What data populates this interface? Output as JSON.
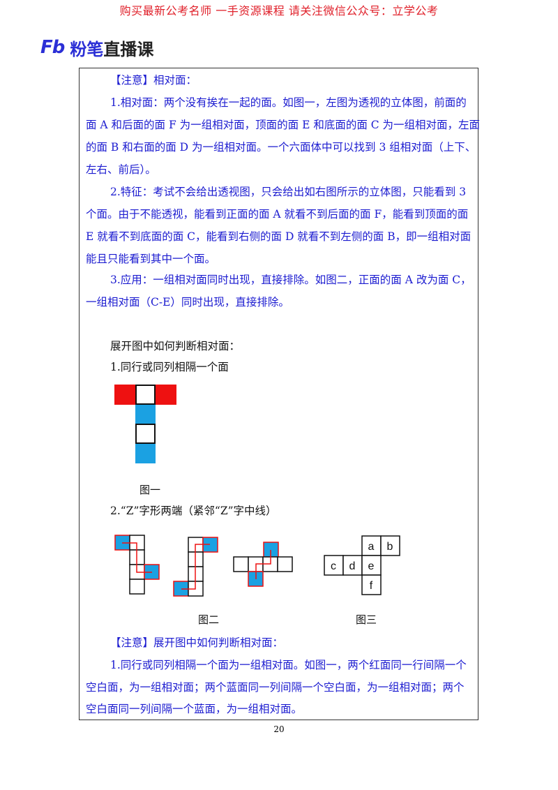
{
  "banner": "购买最新公考名师 一手资源课程 请关注微信公众号：立学公考",
  "logo": {
    "mark": "Fb",
    "brand": "粉笔",
    "suffix": "直播课"
  },
  "note1": {
    "heading": "【注意】相对面：",
    "p1": [
      "1.相对面：两个没有挨在一起的面。如图一，左图为透视的立体图，前面的",
      "面 A 和后面的面 F 为一组相对面，顶面的面 E 和底面的面 C 为一组相对面，左面",
      "的面 B 和右面的面 D 为一组相对面。一个六面体中可以找到 3 组相对面（上下、",
      "左右、前后）。"
    ],
    "p2": [
      "2.特征：考试不会给出透视图，只会给出如右图所示的立体图，只能看到 3",
      "个面。由于不能透视，能看到正面的面 A 就看不到后面的面 F，能看到顶面的面",
      "E 就看不到底面的面 C，能看到右侧的面 D 就看不到左侧的面 B，即一组相对面",
      "能且只能看到其中一个面。"
    ],
    "p3": [
      "3.应用：一组相对面同时出现，直接排除。如图二，正面的面 A 改为面 C，",
      "一组相对面（C-E）同时出现，直接排除。"
    ]
  },
  "section": {
    "heading": "展开图中如何判断相对面：",
    "rule1": "1.同行或同列相隔一个面",
    "fig1_label": "图一",
    "rule2": "2.“Z”字形两端（紧邻“Z”字中线）",
    "fig2_label": "图二",
    "fig3_label": "图三",
    "fig3_letters": [
      "a",
      "b",
      "c",
      "d",
      "e",
      "f"
    ]
  },
  "note2": {
    "heading": "【注意】展开图中如何判断相对面：",
    "p1": [
      "1.同行或同列相隔一个面为一组相对面。如图一，两个红面同一行间隔一个",
      "空白面，为一组相对面；两个蓝面同一列间隔一个空白面，为一组相对面；两个",
      "空白面同一列间隔一个蓝面，为一组相对面。"
    ]
  },
  "colors": {
    "red": "#ee1111",
    "blue": "#1ba1e2",
    "text_blue": "#1b1bd0",
    "banner_red": "#e0202a"
  },
  "page_number": "20"
}
